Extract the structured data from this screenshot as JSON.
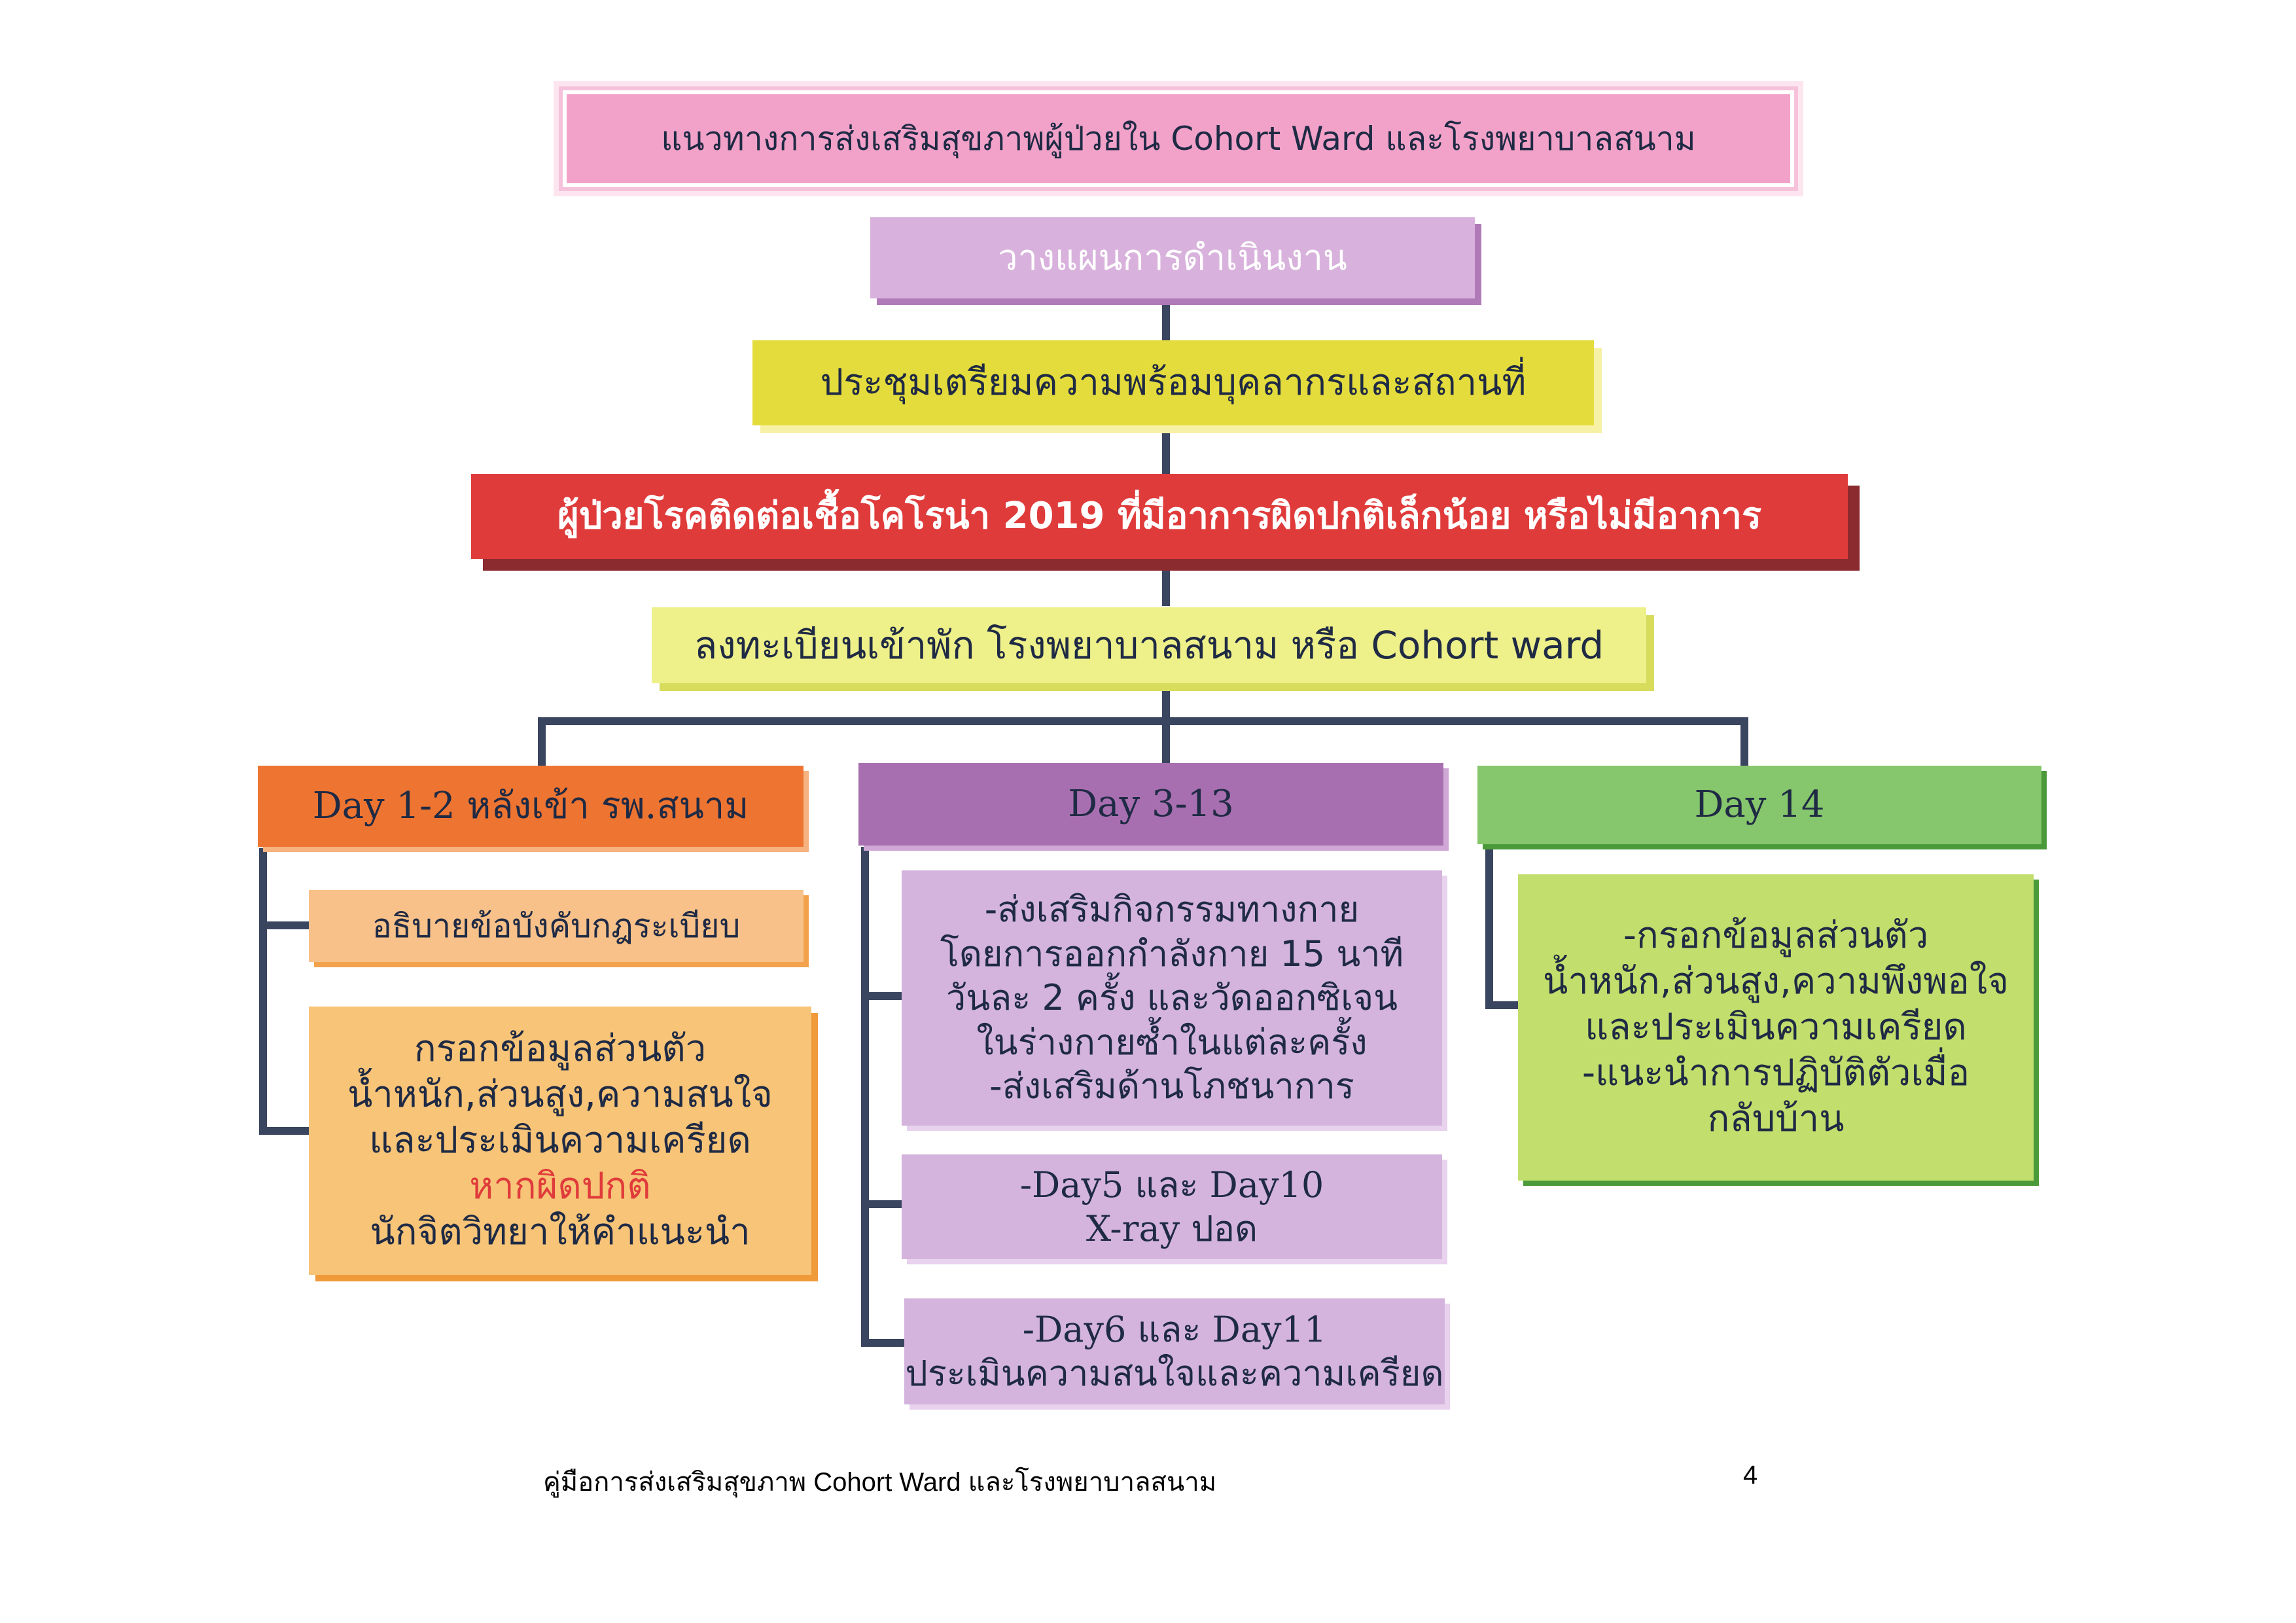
{
  "title": "แนวทางการส่งเสริมสุขภาพผู้ป่วยใน Cohort Ward และโรงพยาบาลสนาม",
  "flow": {
    "plan": "วางแผนการดำเนินงาน",
    "meeting": "ประชุมเตรียมความพร้อมบุคลากรและสถานที่",
    "patients": "ผู้ป่วยโรคติดต่อเชื้อโคโรน่า 2019 ที่มีอาการผิดปกติเล็กน้อย หรือไม่มีอาการ",
    "register": "ลงทะเบียนเข้าพัก โรงพยาบาลสนาม หรือ Cohort ward"
  },
  "day_1_2": {
    "header": "Day 1-2 หลังเข้า รพ.สนาม",
    "item1": "อธิบายข้อบังคับกฎระเบียบ",
    "item2": {
      "line1": "กรอกข้อมูลส่วนตัว",
      "line2": "น้ำหนัก,ส่วนสูง,ความสนใจ",
      "line3": "และประเมินความเครียด",
      "line4": "หากผิดปกติ",
      "line5": "นักจิตวิทยาให้คำแนะนำ"
    }
  },
  "day_3_13": {
    "header": "Day 3-13",
    "item1": {
      "line1": "-ส่งเสริมกิจกรรมทางกาย",
      "line2": "โดยการออกกำลังกาย 15 นาที",
      "line3": "วันละ 2 ครั้ง และวัดออกซิเจน",
      "line4": "ในร่างกายซ้ำในแต่ละครั้ง",
      "line5": "-ส่งเสริมด้านโภชนาการ"
    },
    "item2": {
      "line1": "-Day5 และ Day10",
      "line2": "X-ray ปอด"
    },
    "item3": {
      "line1": "-Day6 และ Day11",
      "line2": "ประเมินความสนใจและความเครียด"
    }
  },
  "day_14": {
    "header": "Day 14",
    "item1": {
      "line1": "-กรอกข้อมูลส่วนตัว",
      "line2": "น้ำหนัก,ส่วนสูง,ความพึงพอใจ",
      "line3": "และประเมินความเครียด",
      "line4": "-แนะนำการปฏิบัติตัวเมื่อ",
      "line5": "กลับบ้าน"
    }
  },
  "footer": {
    "text": "คู่มือการส่งเสริมสุขภาพ Cohort Ward และโรงพยาบาลสนาม",
    "page": "4"
  },
  "colors": {
    "connector": "#3a4560",
    "title_bg": "#f2a2c9",
    "plan_bg": "#d8b2dc",
    "meeting_bg": "#e4dc3c",
    "patients_bg": "#e03b3b",
    "register_bg": "#eef08a",
    "day_1_2_bg": "#ee7431",
    "day_3_13_bg": "#a86fb0",
    "day_14_bg": "#86c66c",
    "alert_text": "#e03b3b"
  }
}
